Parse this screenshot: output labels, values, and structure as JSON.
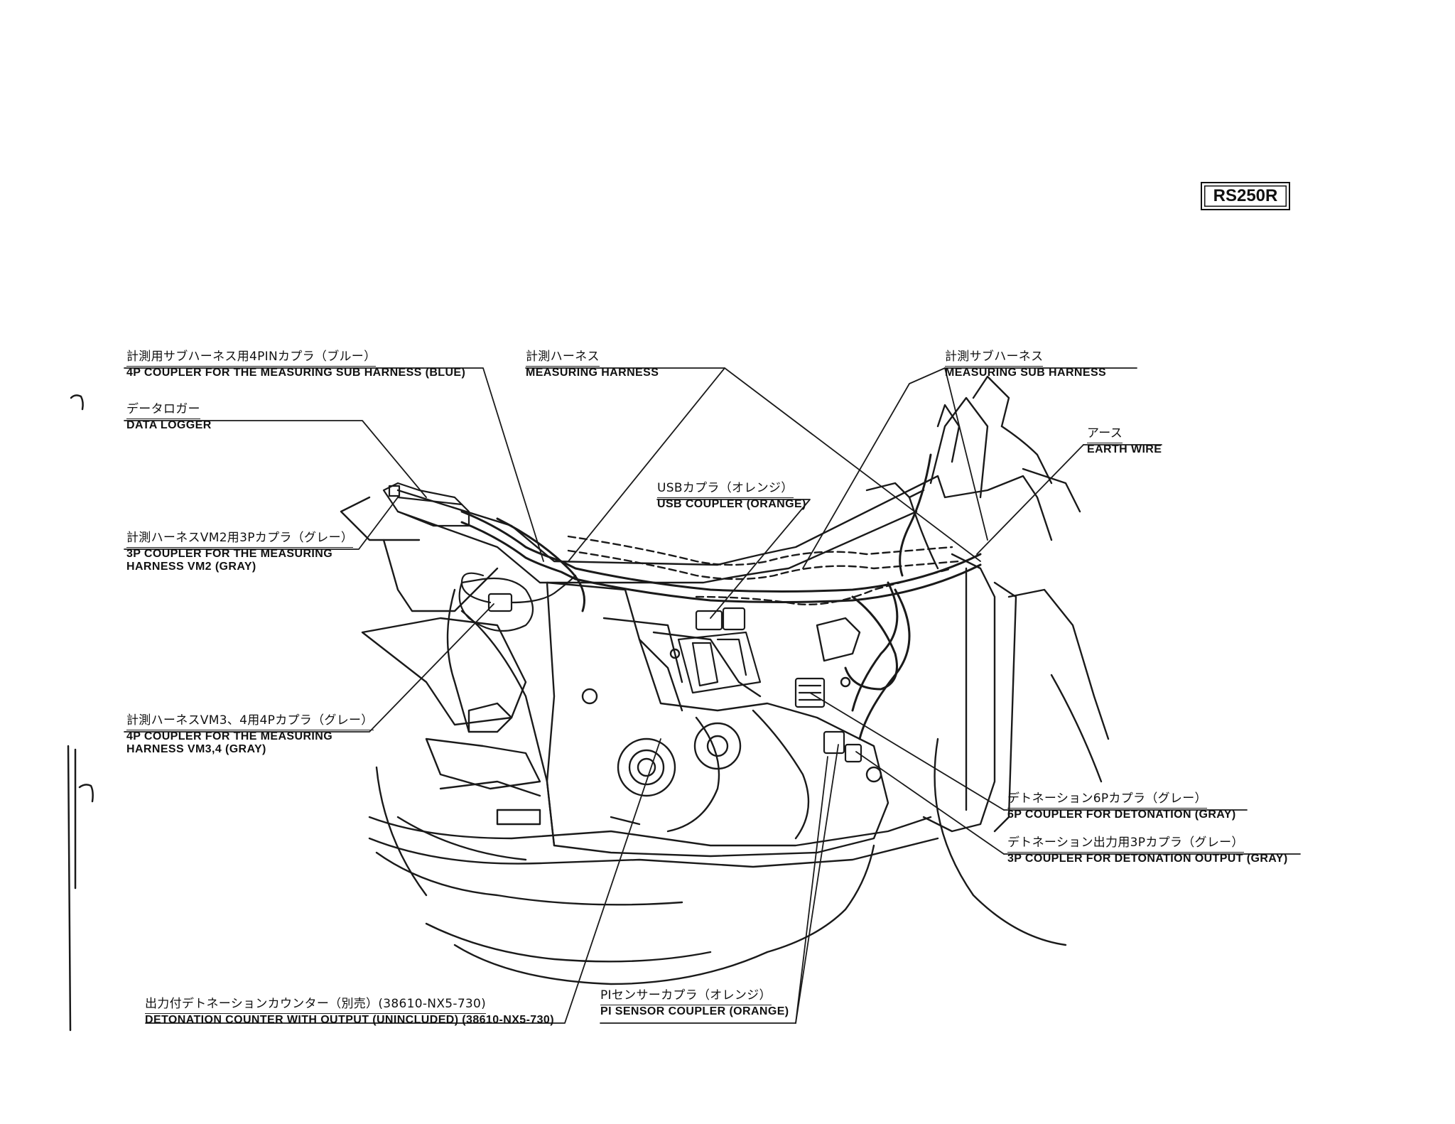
{
  "model_badge": "RS250R",
  "callouts": {
    "sub_harness_4p": {
      "jp": "計測用サブハーネス用4PINカプラ（ブルー）",
      "en": "4P COUPLER FOR THE MEASURING SUB HARNESS (BLUE)"
    },
    "data_logger": {
      "jp": "データロガー",
      "en": "DATA LOGGER"
    },
    "vm2_3p": {
      "jp": "計測ハーネスVM2用3Pカプラ（グレー）",
      "en1": "3P COUPLER FOR THE MEASURING",
      "en2": "HARNESS VM2 (GRAY)"
    },
    "vm34_4p": {
      "jp": "計測ハーネスVM3、4用4Pカプラ（グレー）",
      "en1": "4P COUPLER FOR THE MEASURING",
      "en2": "HARNESS VM3,4 (GRAY)"
    },
    "measuring_harness": {
      "jp": "計測ハーネス",
      "en": "MEASURING HARNESS"
    },
    "usb_coupler": {
      "jp": "USBカプラ（オレンジ）",
      "en": "USB COUPLER (ORANGE)"
    },
    "measuring_sub_harness": {
      "jp": "計測サブハーネス",
      "en": "MEASURING SUB HARNESS"
    },
    "earth_wire": {
      "jp": "アース",
      "en": "EARTH WIRE"
    },
    "detonation_6p": {
      "jp": "デトネーション6Pカプラ（グレー）",
      "en": "6P COUPLER FOR DETONATION (GRAY)"
    },
    "detonation_output_3p": {
      "jp": "デトネーション出力用3Pカプラ（グレー）",
      "en": "3P COUPLER FOR DETONATION OUTPUT (GRAY)"
    },
    "detonation_counter": {
      "jp": "出力付デトネーションカウンター（別売）(38610-NX5-730)",
      "en": "DETONATION COUNTER WITH OUTPUT (UNINCLUDED) (38610-NX5-730)"
    },
    "pi_sensor": {
      "jp": "PIセンサーカプラ（オレンジ）",
      "en": "PI SENSOR COUPLER (ORANGE)"
    }
  }
}
